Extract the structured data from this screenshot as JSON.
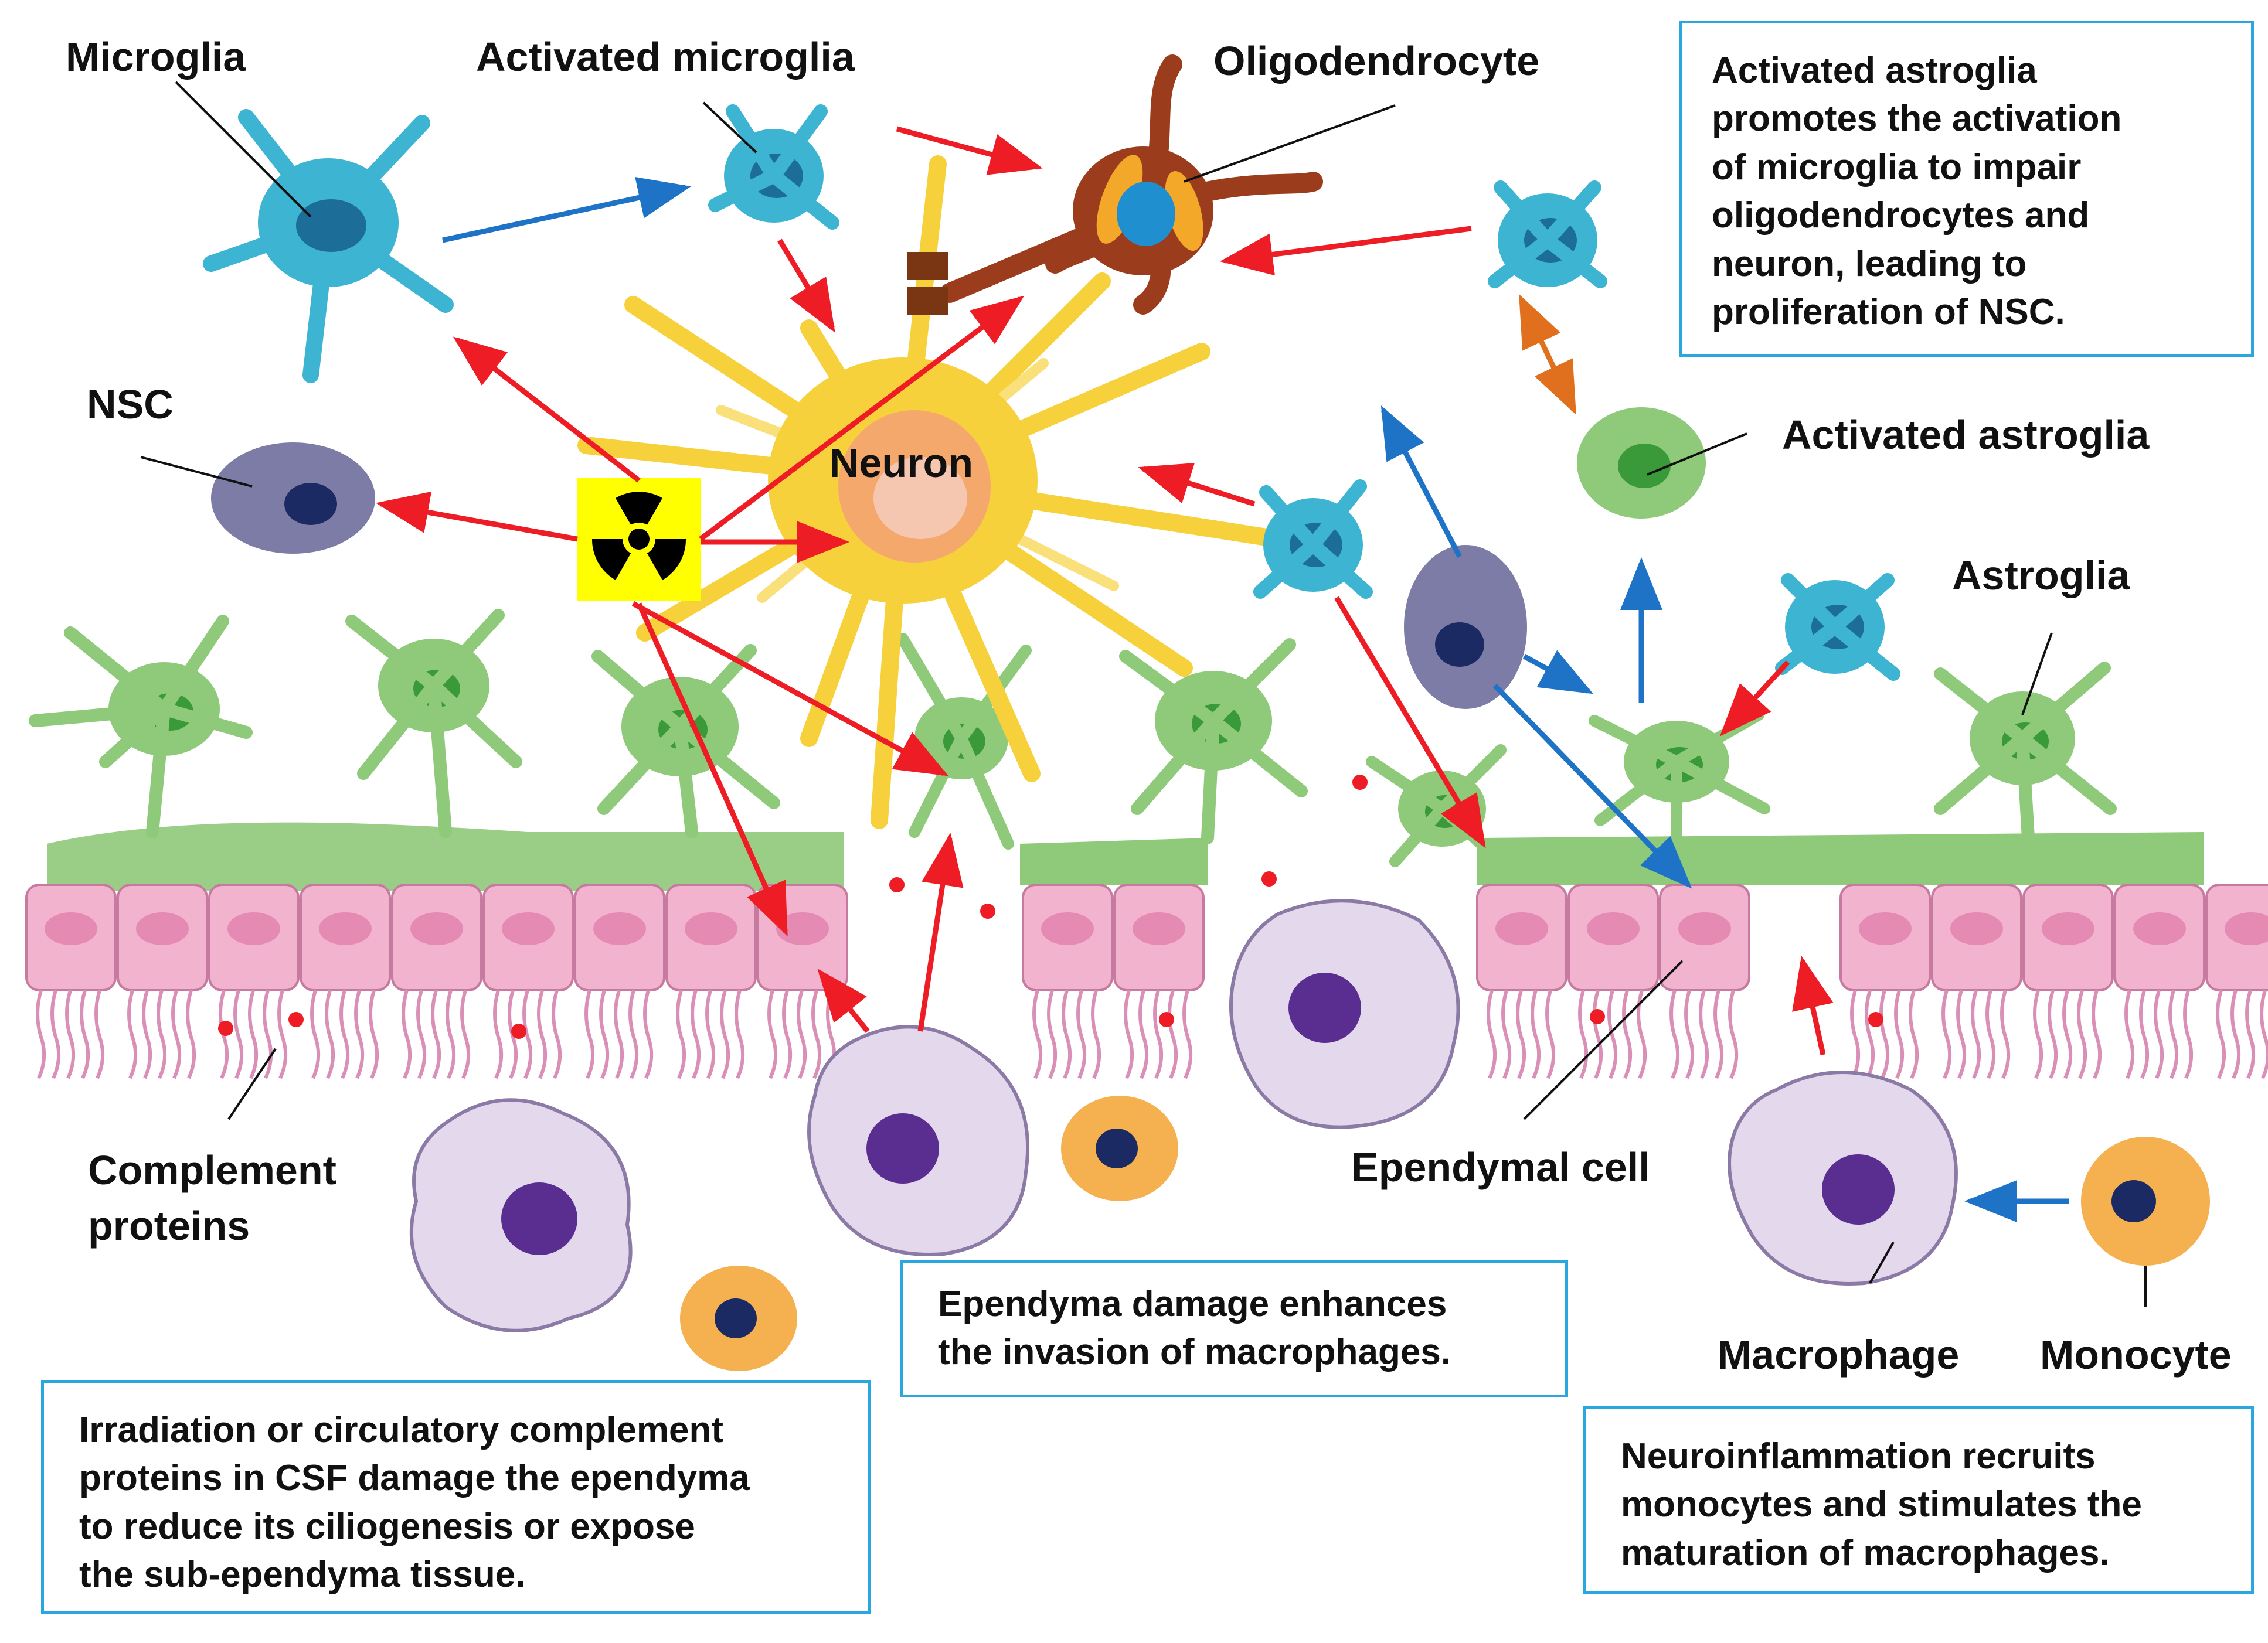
{
  "labels": {
    "microglia": "Microglia",
    "activated_microglia": "Activated microglia",
    "oligodendrocyte": "Oligodendrocyte",
    "nsc": "NSC",
    "neuron": "Neuron",
    "activated_astroglia": "Activated astroglia",
    "astroglia": "Astroglia",
    "complement_proteins": [
      "Complement",
      "proteins"
    ],
    "ependymal_cell": "Ependymal cell",
    "macrophage": "Macrophage",
    "monocyte": "Monocyte"
  },
  "boxes": {
    "astroglia_note": [
      "Activated astroglia",
      "promotes the activation",
      "of microglia to impair",
      "oligodendrocytes and",
      "neuron, leading to",
      "proliferation of NSC."
    ],
    "ependyma_note": [
      "Ependyma damage enhances",
      "the invasion of macrophages."
    ],
    "irradiation_note": [
      "Irradiation or circulatory complement",
      "proteins in CSF damage the ependyma",
      "to reduce its ciliogenesis or expose",
      "the sub-ependyma tissue."
    ],
    "neuroinflammation_note": [
      "Neuroinflammation recruits",
      "monocytes and stimulates the",
      "maturation of macrophages."
    ]
  },
  "icons": {
    "radiation": "radiation-trefoil-icon"
  },
  "colors": {
    "red_arrow": "#ee1c24",
    "blue_arrow": "#1f73c6",
    "orange_arrow": "#e0701e",
    "box_border": "#2aa7df",
    "microglia": "#3cb4d2",
    "astroglia": "#8fc97a",
    "neuron": "#f7d13c",
    "ependymal": "#f2b3cf",
    "nsc": "#7d7ca6",
    "macrophage": "#e4d8ec",
    "monocyte": "#f5b04f",
    "oligodendrocyte": "#9b3d1c",
    "radiation_bg": "#ffff00"
  }
}
